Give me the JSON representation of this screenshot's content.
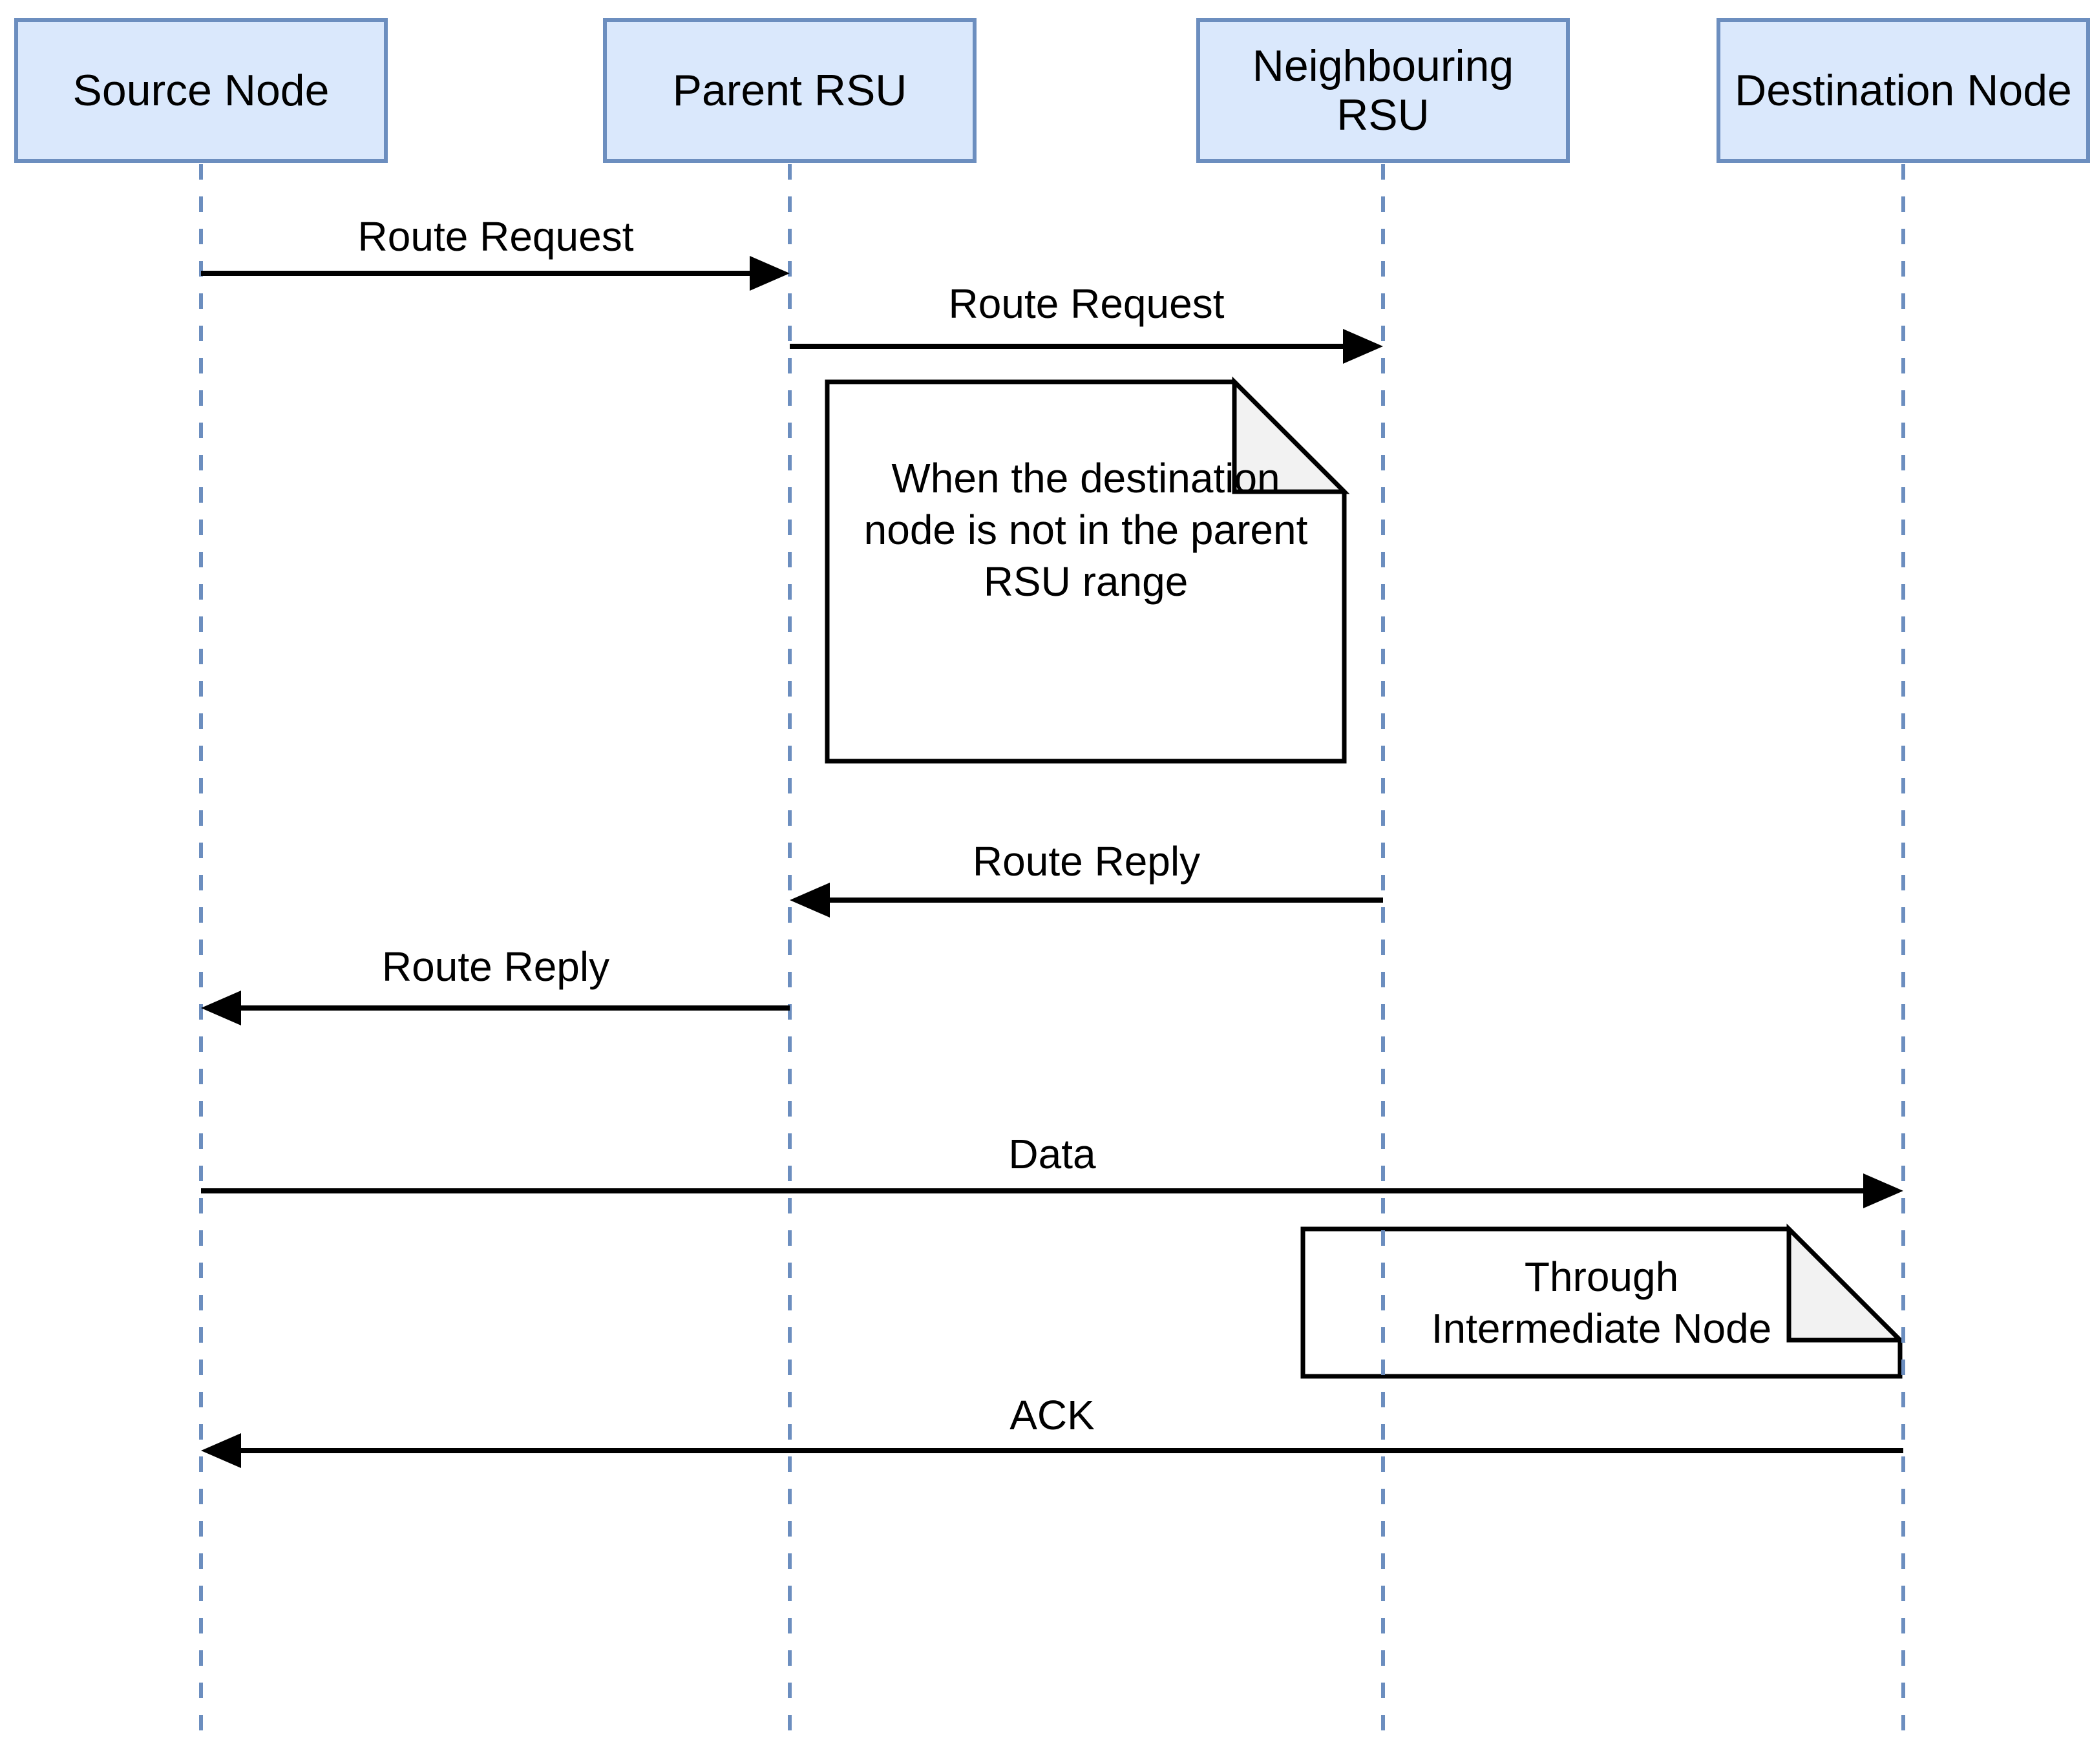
{
  "diagram": {
    "kind": "sequence-diagram",
    "background": "#ffffff",
    "colors": {
      "actor_fill": "#dae8fc",
      "actor_border": "#6c8ebf",
      "lifeline": "#6c8ebf",
      "arrow": "#000000",
      "note_fill": "#ffffff",
      "note_fold": "#f2f2f2",
      "note_border": "#000000",
      "text": "#000000"
    }
  },
  "actors": [
    {
      "label": "Source Node"
    },
    {
      "label": "Parent RSU"
    },
    {
      "label": "Neighbouring\nRSU"
    },
    {
      "label": "Destination Node"
    }
  ],
  "messages": [
    {
      "label": "Route Request",
      "from": "Source Node",
      "to": "Parent RSU"
    },
    {
      "label": "Route Request",
      "from": "Parent RSU",
      "to": "Neighbouring RSU"
    },
    {
      "label": "Route Reply",
      "from": "Neighbouring RSU",
      "to": "Parent RSU"
    },
    {
      "label": "Route Reply",
      "from": "Parent RSU",
      "to": "Source Node"
    },
    {
      "label": "Data",
      "from": "Source Node",
      "to": "Destination Node"
    },
    {
      "label": "ACK",
      "from": "Destination Node",
      "to": "Source Node"
    }
  ],
  "notes": [
    {
      "text": "When the destination\nnode is not in the parent\nRSU range"
    },
    {
      "text": "Through\nIntermediate Node"
    }
  ]
}
